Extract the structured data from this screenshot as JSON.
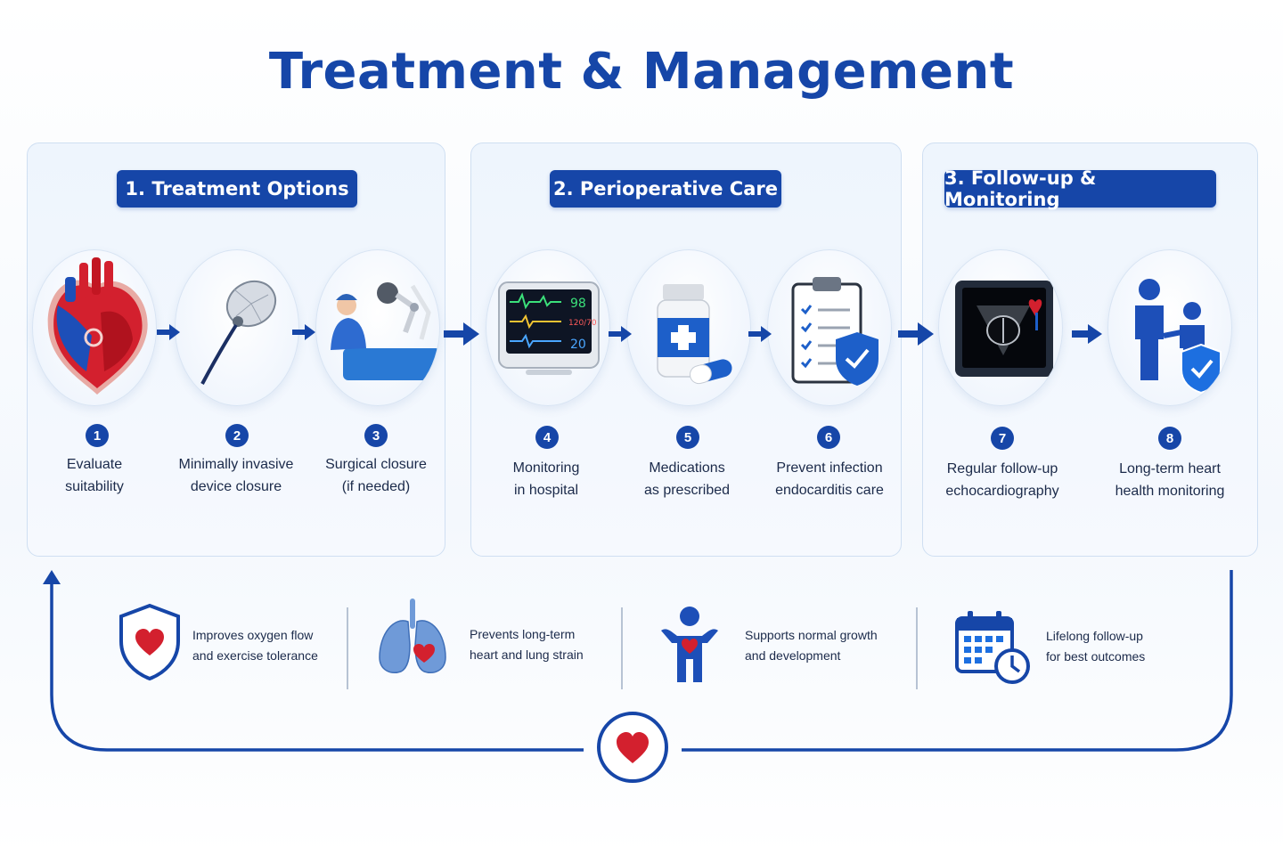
{
  "title": "Treatment & Management",
  "colors": {
    "primary": "#1646a8",
    "heart_red": "#d3202e",
    "panel_bg": "#eef5fd"
  },
  "sections": [
    {
      "header": "1. Treatment Options"
    },
    {
      "header": "2. Perioperative Care"
    },
    {
      "header": "3. Follow-up & Monitoring"
    }
  ],
  "steps": [
    {
      "number": "1",
      "line1": "Evaluate",
      "line2": "suitability",
      "icon": "heart-anatomy-icon"
    },
    {
      "number": "2",
      "line1": "Minimally invasive",
      "line2": "device closure",
      "icon": "catheter-device-icon"
    },
    {
      "number": "3",
      "line1": "Surgical closure",
      "line2": "(if needed)",
      "icon": "surgeon-robot-icon"
    },
    {
      "number": "4",
      "line1": "Monitoring",
      "line2": "in hospital",
      "icon": "vital-monitor-icon"
    },
    {
      "number": "5",
      "line1": "Medications",
      "line2": "as prescribed",
      "icon": "medicine-bottle-icon"
    },
    {
      "number": "6",
      "line1": "Prevent infection",
      "line2": "endocarditis care",
      "icon": "clipboard-shield-icon"
    },
    {
      "number": "7",
      "line1": "Regular follow-up",
      "line2": "echocardiography",
      "icon": "echocardiogram-screen-icon"
    },
    {
      "number": "8",
      "line1": "Long-term heart",
      "line2": "health monitoring",
      "icon": "family-shield-icon"
    }
  ],
  "monitor_values": {
    "top": "98",
    "middle": "120/70",
    "bottom": "20"
  },
  "benefits": [
    {
      "line1": "Improves oxygen flow",
      "line2": "and exercise tolerance",
      "icon": "shield-heart-icon"
    },
    {
      "line1": "Prevents long-term",
      "line2": "heart and lung strain",
      "icon": "lungs-heart-icon"
    },
    {
      "line1": "Supports normal growth",
      "line2": "and development",
      "icon": "child-heart-icon"
    },
    {
      "line1": "Lifelong follow-up",
      "line2": "for best outcomes",
      "icon": "calendar-clock-icon"
    }
  ],
  "center_icon": "heart-circle-icon"
}
